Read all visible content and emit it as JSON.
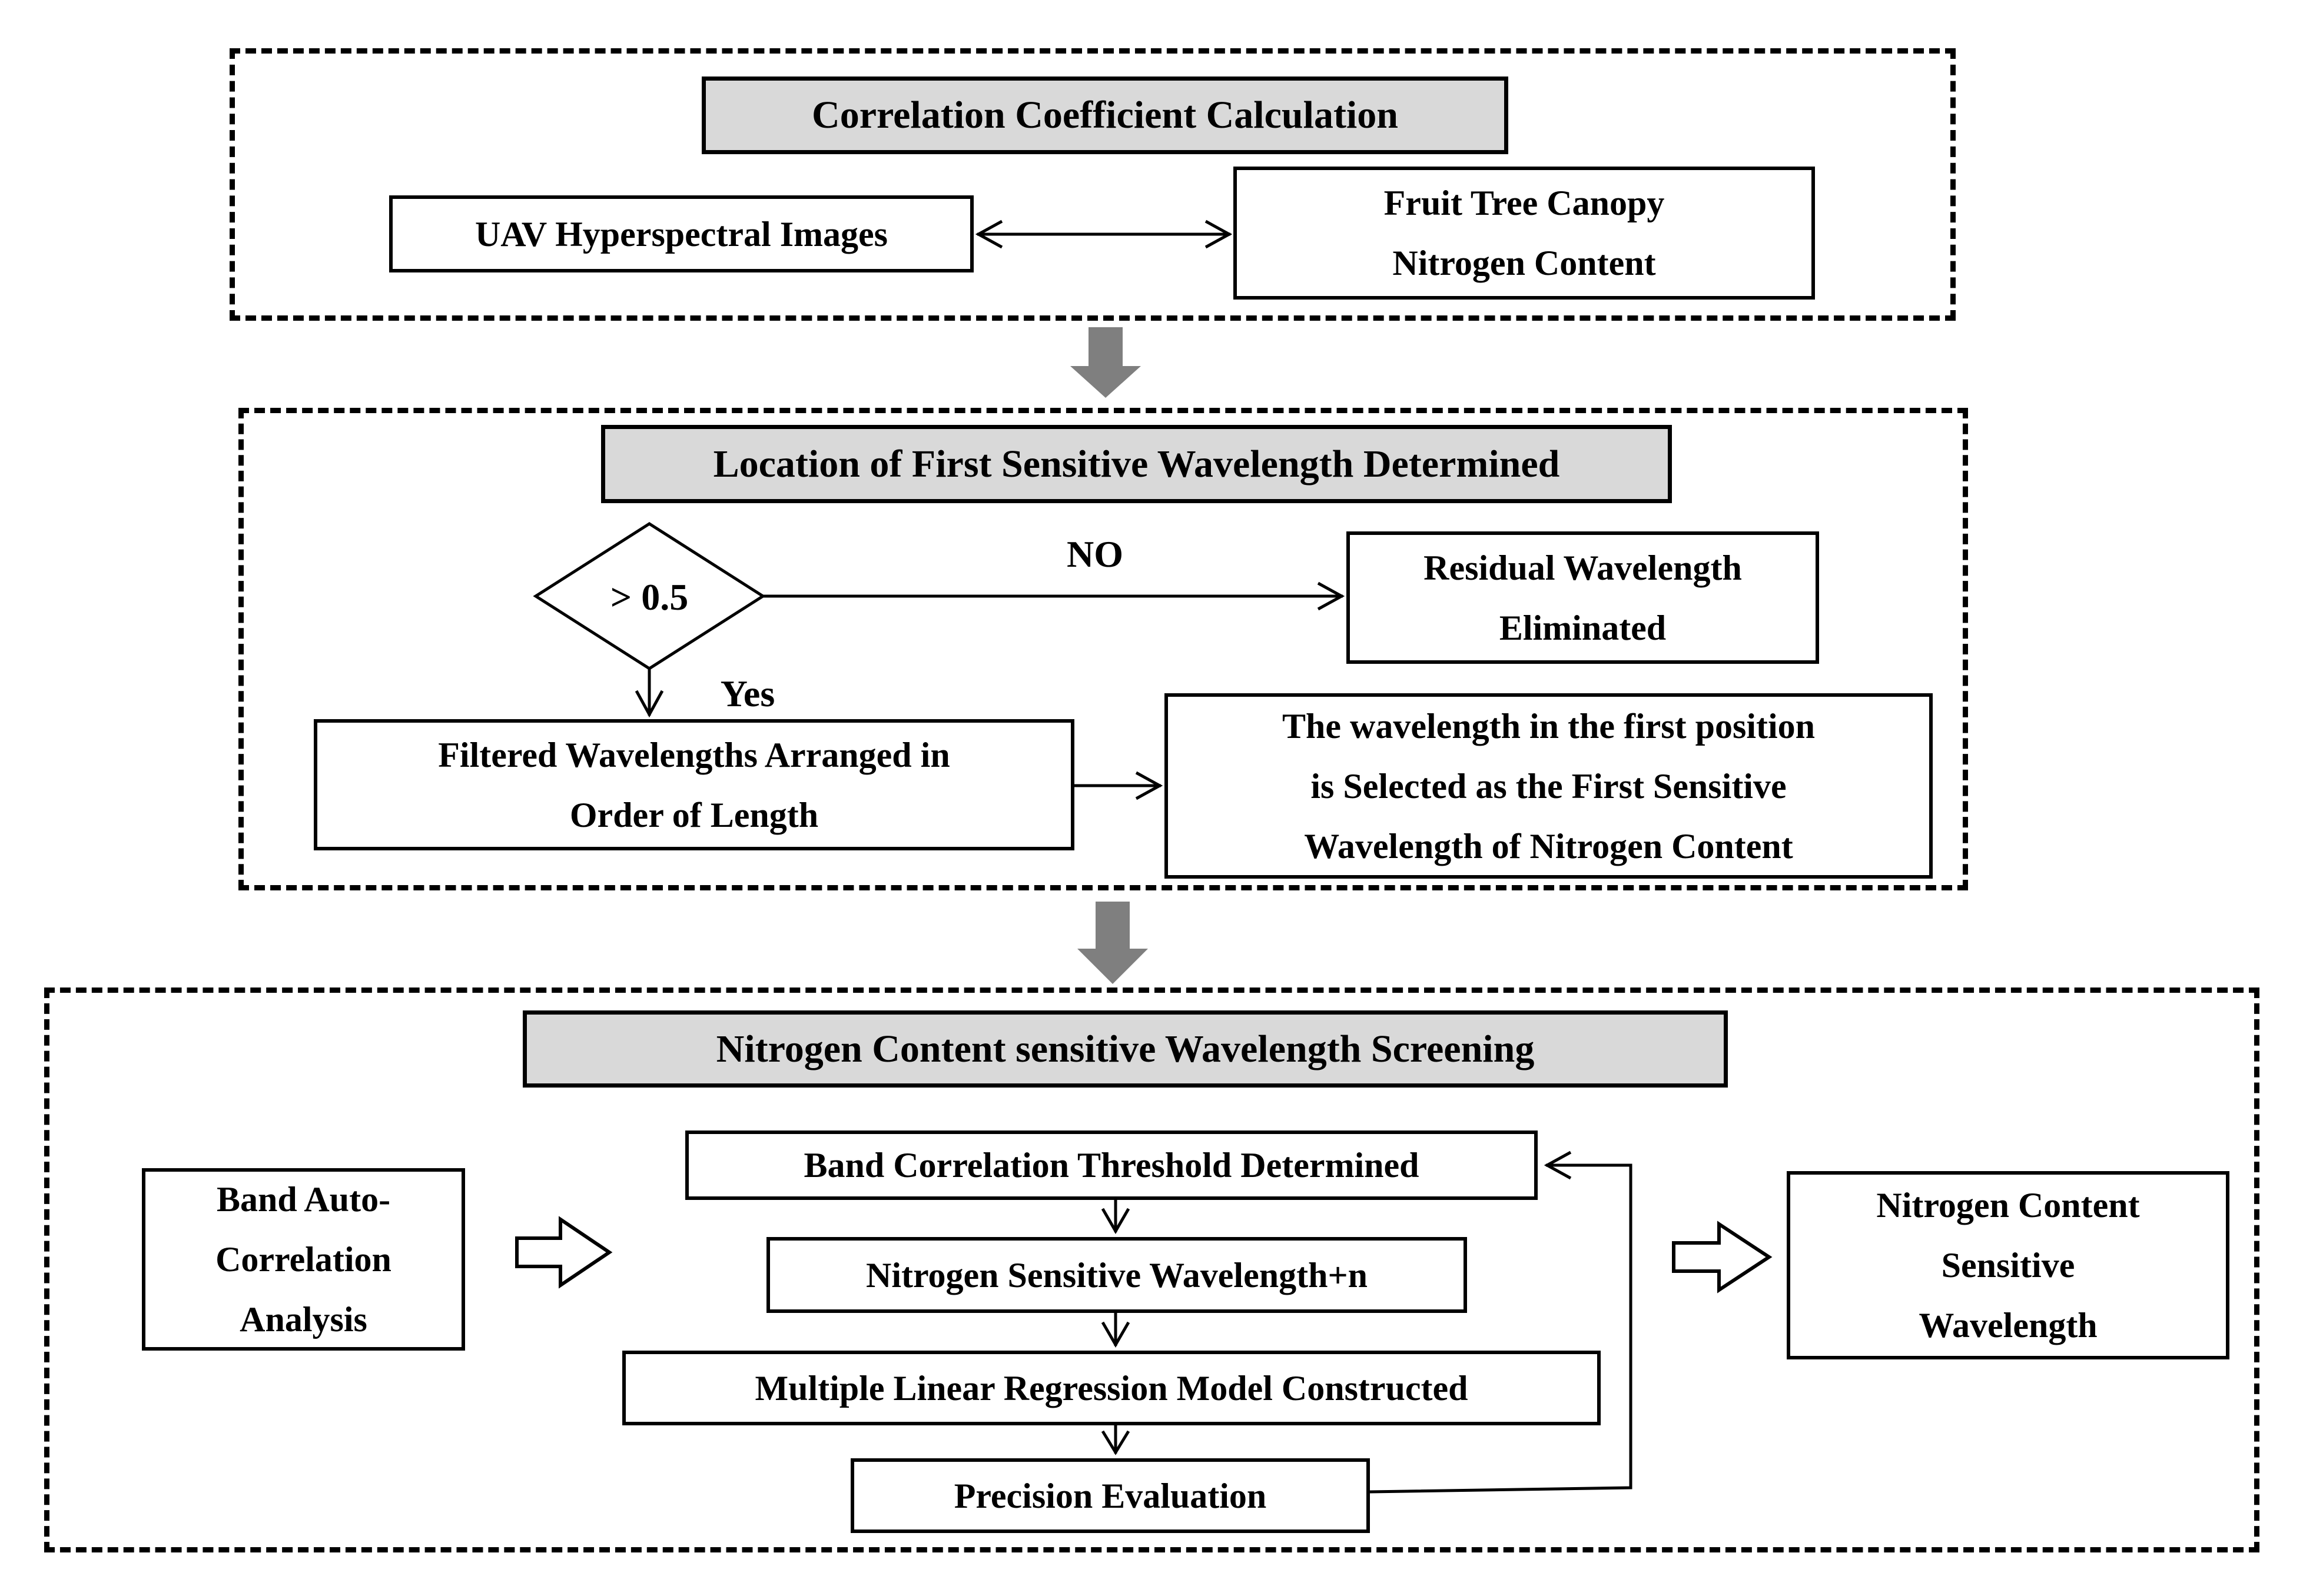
{
  "colors": {
    "background": "#ffffff",
    "border": "#000000",
    "text": "#000000",
    "title_fill": "#d9d9d9",
    "section_arrow_gray": "#7f7f7f"
  },
  "section_correlation": {
    "title": "Correlation Coefficient Calculation",
    "uav_box": "UAV Hyperspectral Images",
    "fruit_box_lines": [
      "Fruit Tree Canopy",
      "Nitrogen Content"
    ]
  },
  "section_location": {
    "title": "Location of First Sensitive Wavelength Determined",
    "decision_label": "> 0.5",
    "no_label": "NO",
    "yes_label": "Yes",
    "residual_box_lines": [
      "Residual Wavelength",
      "Eliminated"
    ],
    "filtered_box_lines": [
      "Filtered Wavelengths Arranged in",
      "Order of Length"
    ],
    "selected_box_lines": [
      "The wavelength in the first position",
      "is Selected as the First Sensitive",
      "Wavelength of Nitrogen Content"
    ]
  },
  "section_screening": {
    "title": "Nitrogen Content sensitive Wavelength Screening",
    "band_auto_box_lines": [
      "Band Auto-",
      "Correlation",
      "Analysis"
    ],
    "threshold_box": "Band Correlation Threshold Determined",
    "sensitive_n_box": "Nitrogen Sensitive Wavelength+n",
    "mlr_box": "Multiple Linear Regression Model Constructed",
    "precision_box": "Precision Evaluation",
    "output_box_lines": [
      "Nitrogen Content",
      "Sensitive",
      "Wavelength"
    ]
  }
}
